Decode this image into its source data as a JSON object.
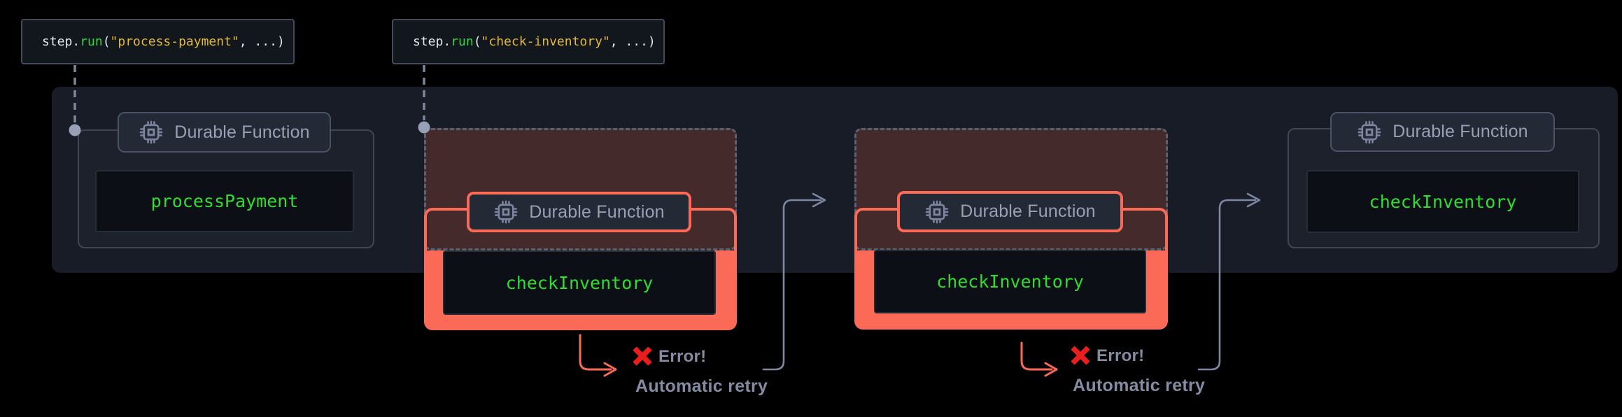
{
  "colors": {
    "background": "#000000",
    "panel": "#171c26",
    "card_border": "#3f4757",
    "badge_text": "#98a0b3",
    "function_green": "#30dc30",
    "code_white": "#e4e7ec",
    "code_green": "#35d83f",
    "code_gold": "#e5b930",
    "retry_salmon": "#fb6a57",
    "ghost_maroon": "#452a2c",
    "error_red": "#ea1e1c",
    "muted_label": "#838ca2",
    "connector_gray": "#7d87a1",
    "dot_gray": "#97a0b5"
  },
  "snippets": [
    {
      "object": "step.",
      "method": "run",
      "open": "(",
      "arg": "\"process-payment\"",
      "tail": ", ...)"
    },
    {
      "object": "step.",
      "method": "run",
      "open": "(",
      "arg": "\"check-inventory\"",
      "tail": ", ...)"
    }
  ],
  "cards": [
    {
      "badge": "Durable Function",
      "name": "processPayment"
    },
    {
      "badge": "Durable Function",
      "name": "checkInventory"
    },
    {
      "badge": "Durable Function",
      "name": "checkInventory"
    },
    {
      "badge": "Durable Function",
      "name": "checkInventory"
    }
  ],
  "errors": [
    {
      "label": "Error!",
      "sublabel": "Automatic retry"
    },
    {
      "label": "Error!",
      "sublabel": "Automatic retry"
    }
  ]
}
